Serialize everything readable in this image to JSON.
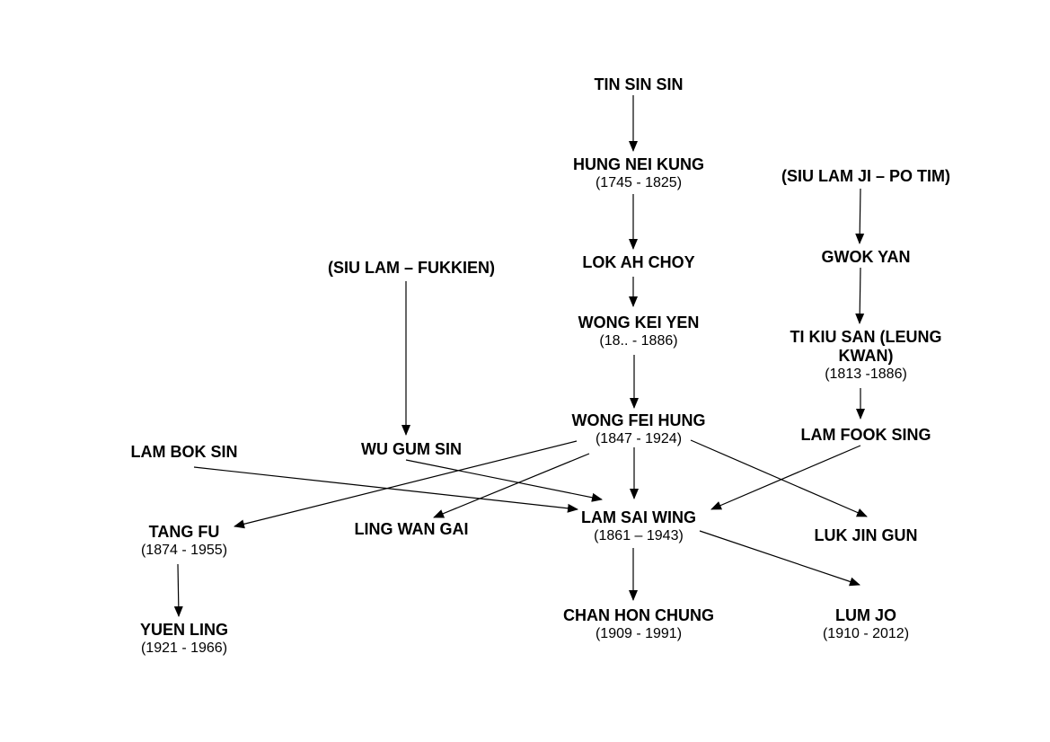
{
  "nodes": {
    "tin_sin_sin": {
      "name": "TIN SIN SIN",
      "years": ""
    },
    "hung_nei_kung": {
      "name": "HUNG NEI KUNG",
      "years": "(1745 - 1825)"
    },
    "siu_lam_ji_po_tim": {
      "name": "(SIU LAM JI – PO TIM)",
      "years": ""
    },
    "lok_ah_choy": {
      "name": "LOK AH CHOY",
      "years": ""
    },
    "gwok_yan": {
      "name": "GWOK YAN",
      "years": ""
    },
    "siu_lam_fukkien": {
      "name": "(SIU LAM – FUKKIEN)",
      "years": ""
    },
    "wong_kei_yen": {
      "name": "WONG KEI YEN",
      "years": "(18.. - 1886)"
    },
    "ti_kiu_san": {
      "name": "TI KIU SAN (LEUNG KWAN)",
      "years": "(1813 -1886)"
    },
    "wong_fei_hung": {
      "name": "WONG FEI HUNG",
      "years": "(1847 - 1924)"
    },
    "lam_fook_sing": {
      "name": "LAM FOOK SING",
      "years": ""
    },
    "lam_bok_sin": {
      "name": "LAM BOK SIN",
      "years": ""
    },
    "wu_gum_sin": {
      "name": "WU GUM SIN",
      "years": ""
    },
    "tang_fu": {
      "name": "TANG FU",
      "years": "(1874 - 1955)"
    },
    "ling_wan_gai": {
      "name": "LING WAN GAI",
      "years": ""
    },
    "lam_sai_wing": {
      "name": "LAM SAI WING",
      "years": "(1861 – 1943)"
    },
    "luk_jin_gun": {
      "name": "LUK JIN GUN",
      "years": ""
    },
    "yuen_ling": {
      "name": "YUEN LING",
      "years": "(1921 - 1966)"
    },
    "chan_hon_chung": {
      "name": "CHAN HON CHUNG",
      "years": "(1909 - 1991)"
    },
    "lum_jo": {
      "name": "LUM JO",
      "years": "(1910 - 2012)"
    }
  },
  "edges": [
    {
      "from": "tin_sin_sin",
      "to": "hung_nei_kung"
    },
    {
      "from": "hung_nei_kung",
      "to": "lok_ah_choy"
    },
    {
      "from": "lok_ah_choy",
      "to": "wong_kei_yen"
    },
    {
      "from": "wong_kei_yen",
      "to": "wong_fei_hung"
    },
    {
      "from": "siu_lam_ji_po_tim",
      "to": "gwok_yan"
    },
    {
      "from": "gwok_yan",
      "to": "ti_kiu_san"
    },
    {
      "from": "ti_kiu_san",
      "to": "lam_fook_sing"
    },
    {
      "from": "siu_lam_fukkien",
      "to": "wu_gum_sin"
    },
    {
      "from": "wong_fei_hung",
      "to": "lam_sai_wing"
    },
    {
      "from": "wong_fei_hung",
      "to": "tang_fu"
    },
    {
      "from": "wong_fei_hung",
      "to": "ling_wan_gai"
    },
    {
      "from": "wong_fei_hung",
      "to": "luk_jin_gun"
    },
    {
      "from": "lam_bok_sin",
      "to": "lam_sai_wing"
    },
    {
      "from": "wu_gum_sin",
      "to": "lam_sai_wing"
    },
    {
      "from": "lam_fook_sing",
      "to": "lam_sai_wing"
    },
    {
      "from": "tang_fu",
      "to": "yuen_ling"
    },
    {
      "from": "lam_sai_wing",
      "to": "chan_hon_chung"
    },
    {
      "from": "lam_sai_wing",
      "to": "lum_jo"
    }
  ]
}
